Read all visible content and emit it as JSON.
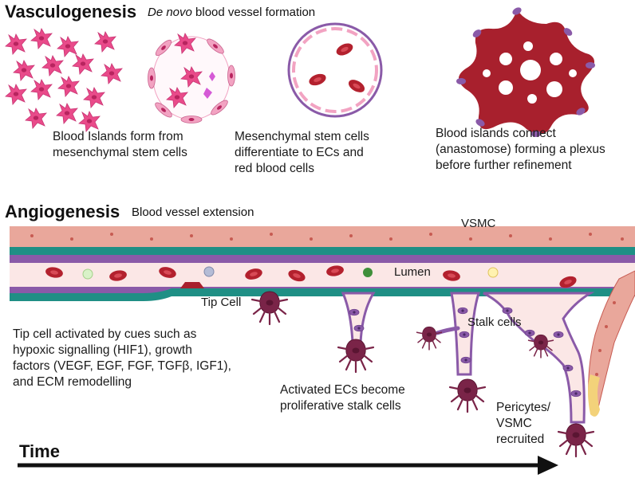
{
  "vasculogenesis": {
    "title": "Vasculogenesis",
    "subtitle_italic": "De novo",
    "subtitle_rest": " blood vessel formation",
    "steps": [
      {
        "caption_lines": [
          "Blood Islands form from",
          "mesenchymal stem cells"
        ]
      },
      {
        "caption_lines": [
          "Mesenchymal stem cells",
          "differentiate to ECs and",
          "red blood cells"
        ]
      },
      {
        "caption_lines": [
          "Blood islands connect",
          "(anastomose) forming a plexus",
          "before further refinement"
        ]
      }
    ]
  },
  "angiogenesis": {
    "title": "Angiogenesis",
    "subtitle": "Blood vessel extension",
    "labels": {
      "vsmc": "VSMC",
      "lumen": "Lumen",
      "tip_cell": "Tip Cell",
      "stalk_cells": "Stalk cells"
    },
    "captions": {
      "tip_activation": [
        "Tip cell activated by cues such as",
        "hypoxic signalling (HIF1), growth",
        "factors (VEGF, EGF, FGF, TGFβ, IGF1),",
        "and ECM remodelling"
      ],
      "stalk": [
        "Activated ECs become",
        "proliferative stalk cells"
      ],
      "pericytes": [
        "Pericytes/",
        "VSMC",
        "recruited"
      ]
    }
  },
  "timeline": {
    "label": "Time"
  },
  "colors": {
    "msc_pink": "#e94b8a",
    "ec_pink": "#f2a3c2",
    "rbc_red": "#b3212e",
    "plexus_red": "#a8202d",
    "endothelium_purple": "#8a5aa8",
    "vsmc_salmon": "#e9a79b",
    "basement_teal": "#1f8f85",
    "lumen_pink": "#fbe7e6",
    "tip_cell_maroon": "#7a2448"
  }
}
